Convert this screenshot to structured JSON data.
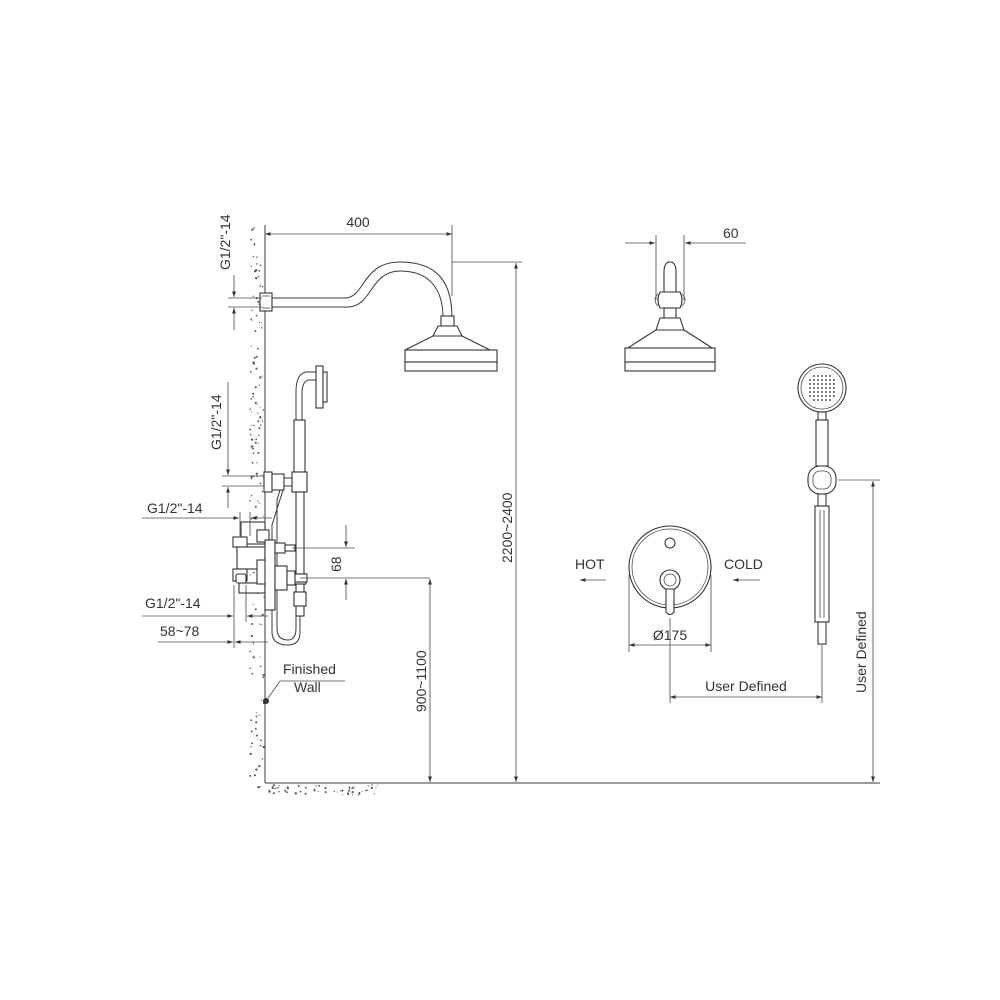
{
  "dimensions": {
    "arm_length": "400",
    "head_offset": "60",
    "inlet_top": "G1/2\"-14",
    "inlet_hand": "G1/2\"-14",
    "inlet_valve_upper": "G1/2\"-14",
    "inlet_valve_lower": "G1/2\"-14",
    "depth_range": "58~78",
    "valve_spacing": "68",
    "head_height": "2200~2400",
    "valve_height": "900~1100",
    "plate_diameter": "Ø175",
    "holder_distance": "User Defined",
    "holder_height": "User Defined"
  },
  "labels": {
    "hot": "HOT",
    "cold": "COLD",
    "finished_wall_line1": "Finished",
    "finished_wall_line2": "Wall"
  }
}
